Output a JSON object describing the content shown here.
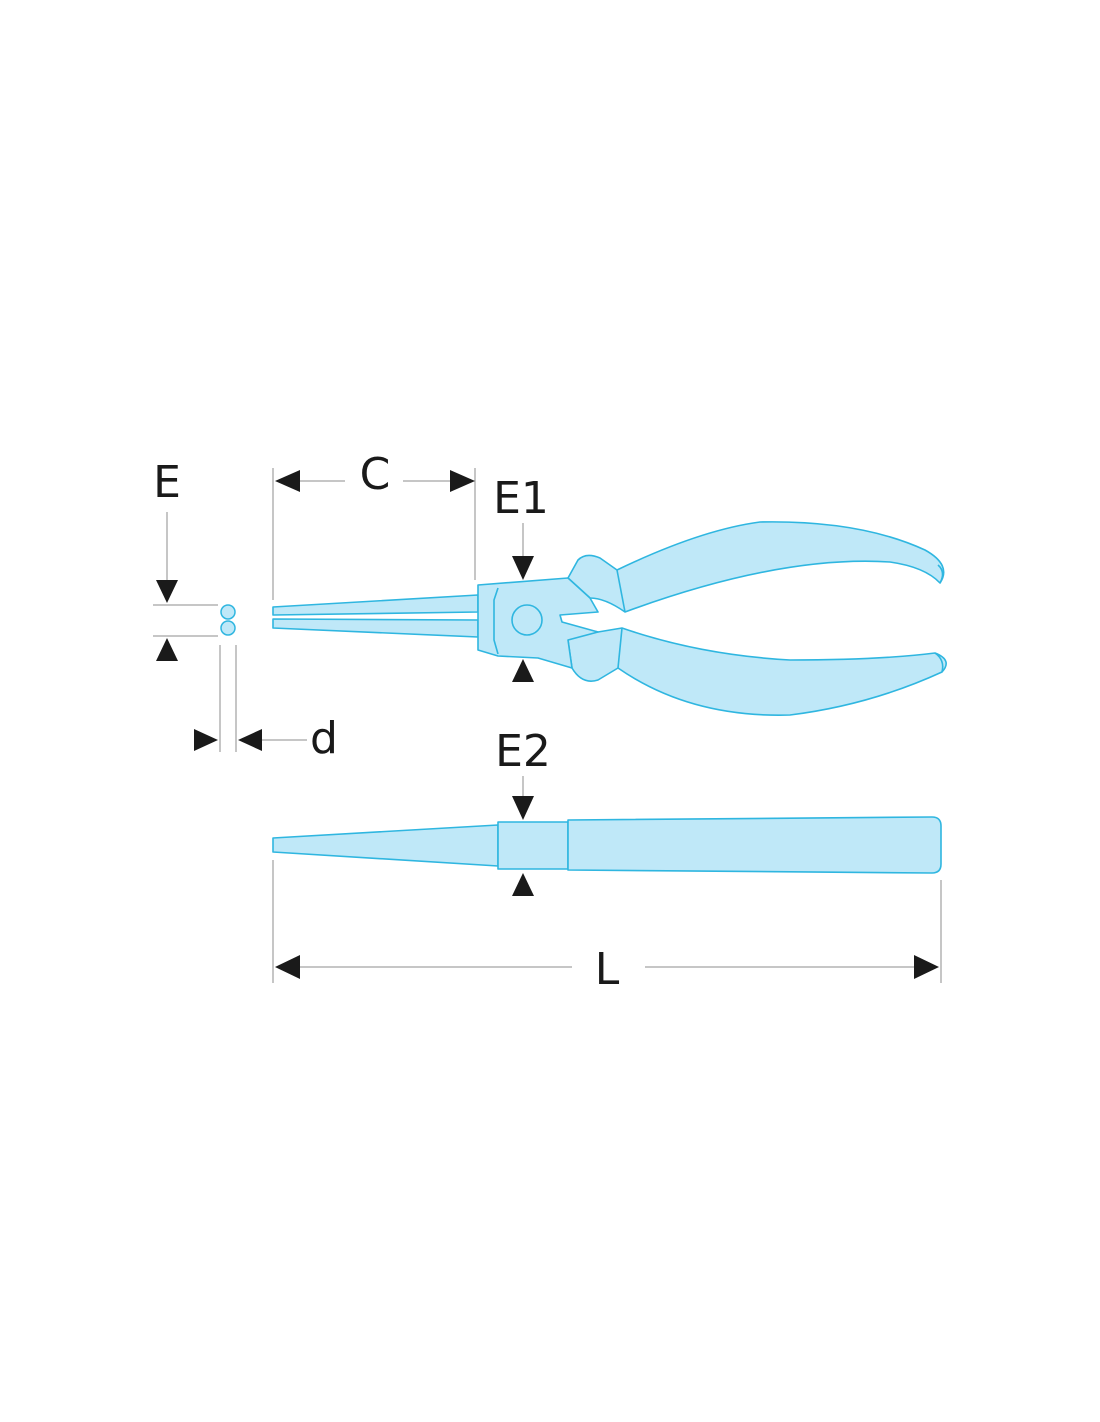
{
  "labels": {
    "E": "E",
    "C": "C",
    "E1": "E1",
    "d": "d",
    "E2": "E2",
    "L": "L"
  },
  "colors": {
    "tool_fill": "#bfe8f8",
    "tool_stroke": "#2fb6e0",
    "dimension_line": "#8c8c8c",
    "arrow": "#1a1a1a"
  },
  "icons": {
    "top_view": "pliers-top-view-icon",
    "side_view": "pliers-side-view-icon"
  }
}
